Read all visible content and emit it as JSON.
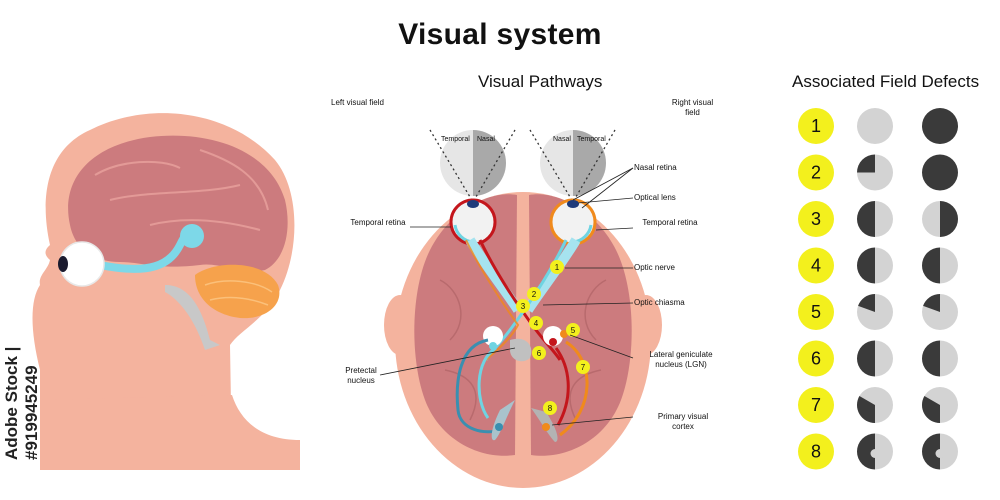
{
  "title": "Visual system",
  "pathways_title": "Visual Pathways",
  "defects_title": "Associated Field Defects",
  "stock_id": "Adobe Stock | #919945249",
  "left_field_label": "Left visual field",
  "right_field_label": "Right visual field",
  "left_circle": {
    "temporal": "Temporal",
    "nasal": "Nasal"
  },
  "right_circle": {
    "nasal": "Nasal",
    "temporal": "Temporal"
  },
  "labels": {
    "nasal_retina": "Nasal retina",
    "optical_lens": "Optical lens",
    "temporal_retina_left": "Temporal retina",
    "temporal_retina_right": "Temporal retina",
    "optic_nerve": "Optic nerve",
    "optic_chiasma": "Optic chiasma",
    "lgn": "Lateral geniculate nucleus (LGN)",
    "pretectal": "Pretectal nucleus",
    "primary_visual_cortex": "Primary visual cortex"
  },
  "markers": [
    "1",
    "2",
    "3",
    "4",
    "5",
    "6",
    "7",
    "8"
  ],
  "defects": [
    {
      "number": "1",
      "left": "full-light",
      "right": "full-dark"
    },
    {
      "number": "2",
      "left": "quarter-dark",
      "right": "full-dark"
    },
    {
      "number": "3",
      "left": "left-dark",
      "right": "right-dark"
    },
    {
      "number": "4",
      "left": "left-dark",
      "right": "left-dark"
    },
    {
      "number": "5",
      "left": "sector-dark",
      "right": "sector-dark"
    },
    {
      "number": "6",
      "left": "left-dark",
      "right": "left-dark"
    },
    {
      "number": "7",
      "left": "lower-left-dark",
      "right": "lower-left-dark"
    },
    {
      "number": "8",
      "left": "left-dark-notch",
      "right": "left-dark-notch"
    }
  ],
  "colors": {
    "skin": "#f4b39e",
    "brain": "#cc7b7e",
    "brain_fold": "#e39a97",
    "nerve_light": "#a6e3ef",
    "nerve_cyan": "#6fd4e2",
    "red_path": "#c4161c",
    "orange_path": "#f08a1c",
    "yellow": "#f3f01d",
    "defect_dark": "#3a3a3a",
    "defect_light": "#d3d3d3"
  }
}
